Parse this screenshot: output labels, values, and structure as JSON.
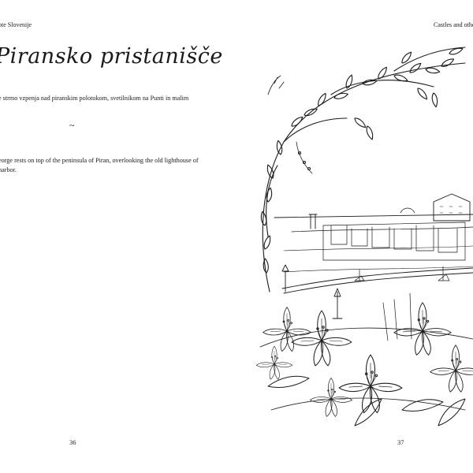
{
  "spread": {
    "left_page": {
      "running_head": "ote Slovenije",
      "title": "Piransko pristanišče",
      "paragraph_sl": "e strmo vzpenja nad piranskim polotokom, svetilnikom na Punti in malim",
      "separator": "~",
      "paragraph_en": "eorge rests on top of the peninsula of Piran, overlooking the old lighthouse of harbor.",
      "page_number": "36"
    },
    "right_page": {
      "running_head": "Castles and othe",
      "page_number": "37"
    }
  },
  "colors": {
    "ink": "#1a1a1a",
    "paper": "#ffffff"
  }
}
